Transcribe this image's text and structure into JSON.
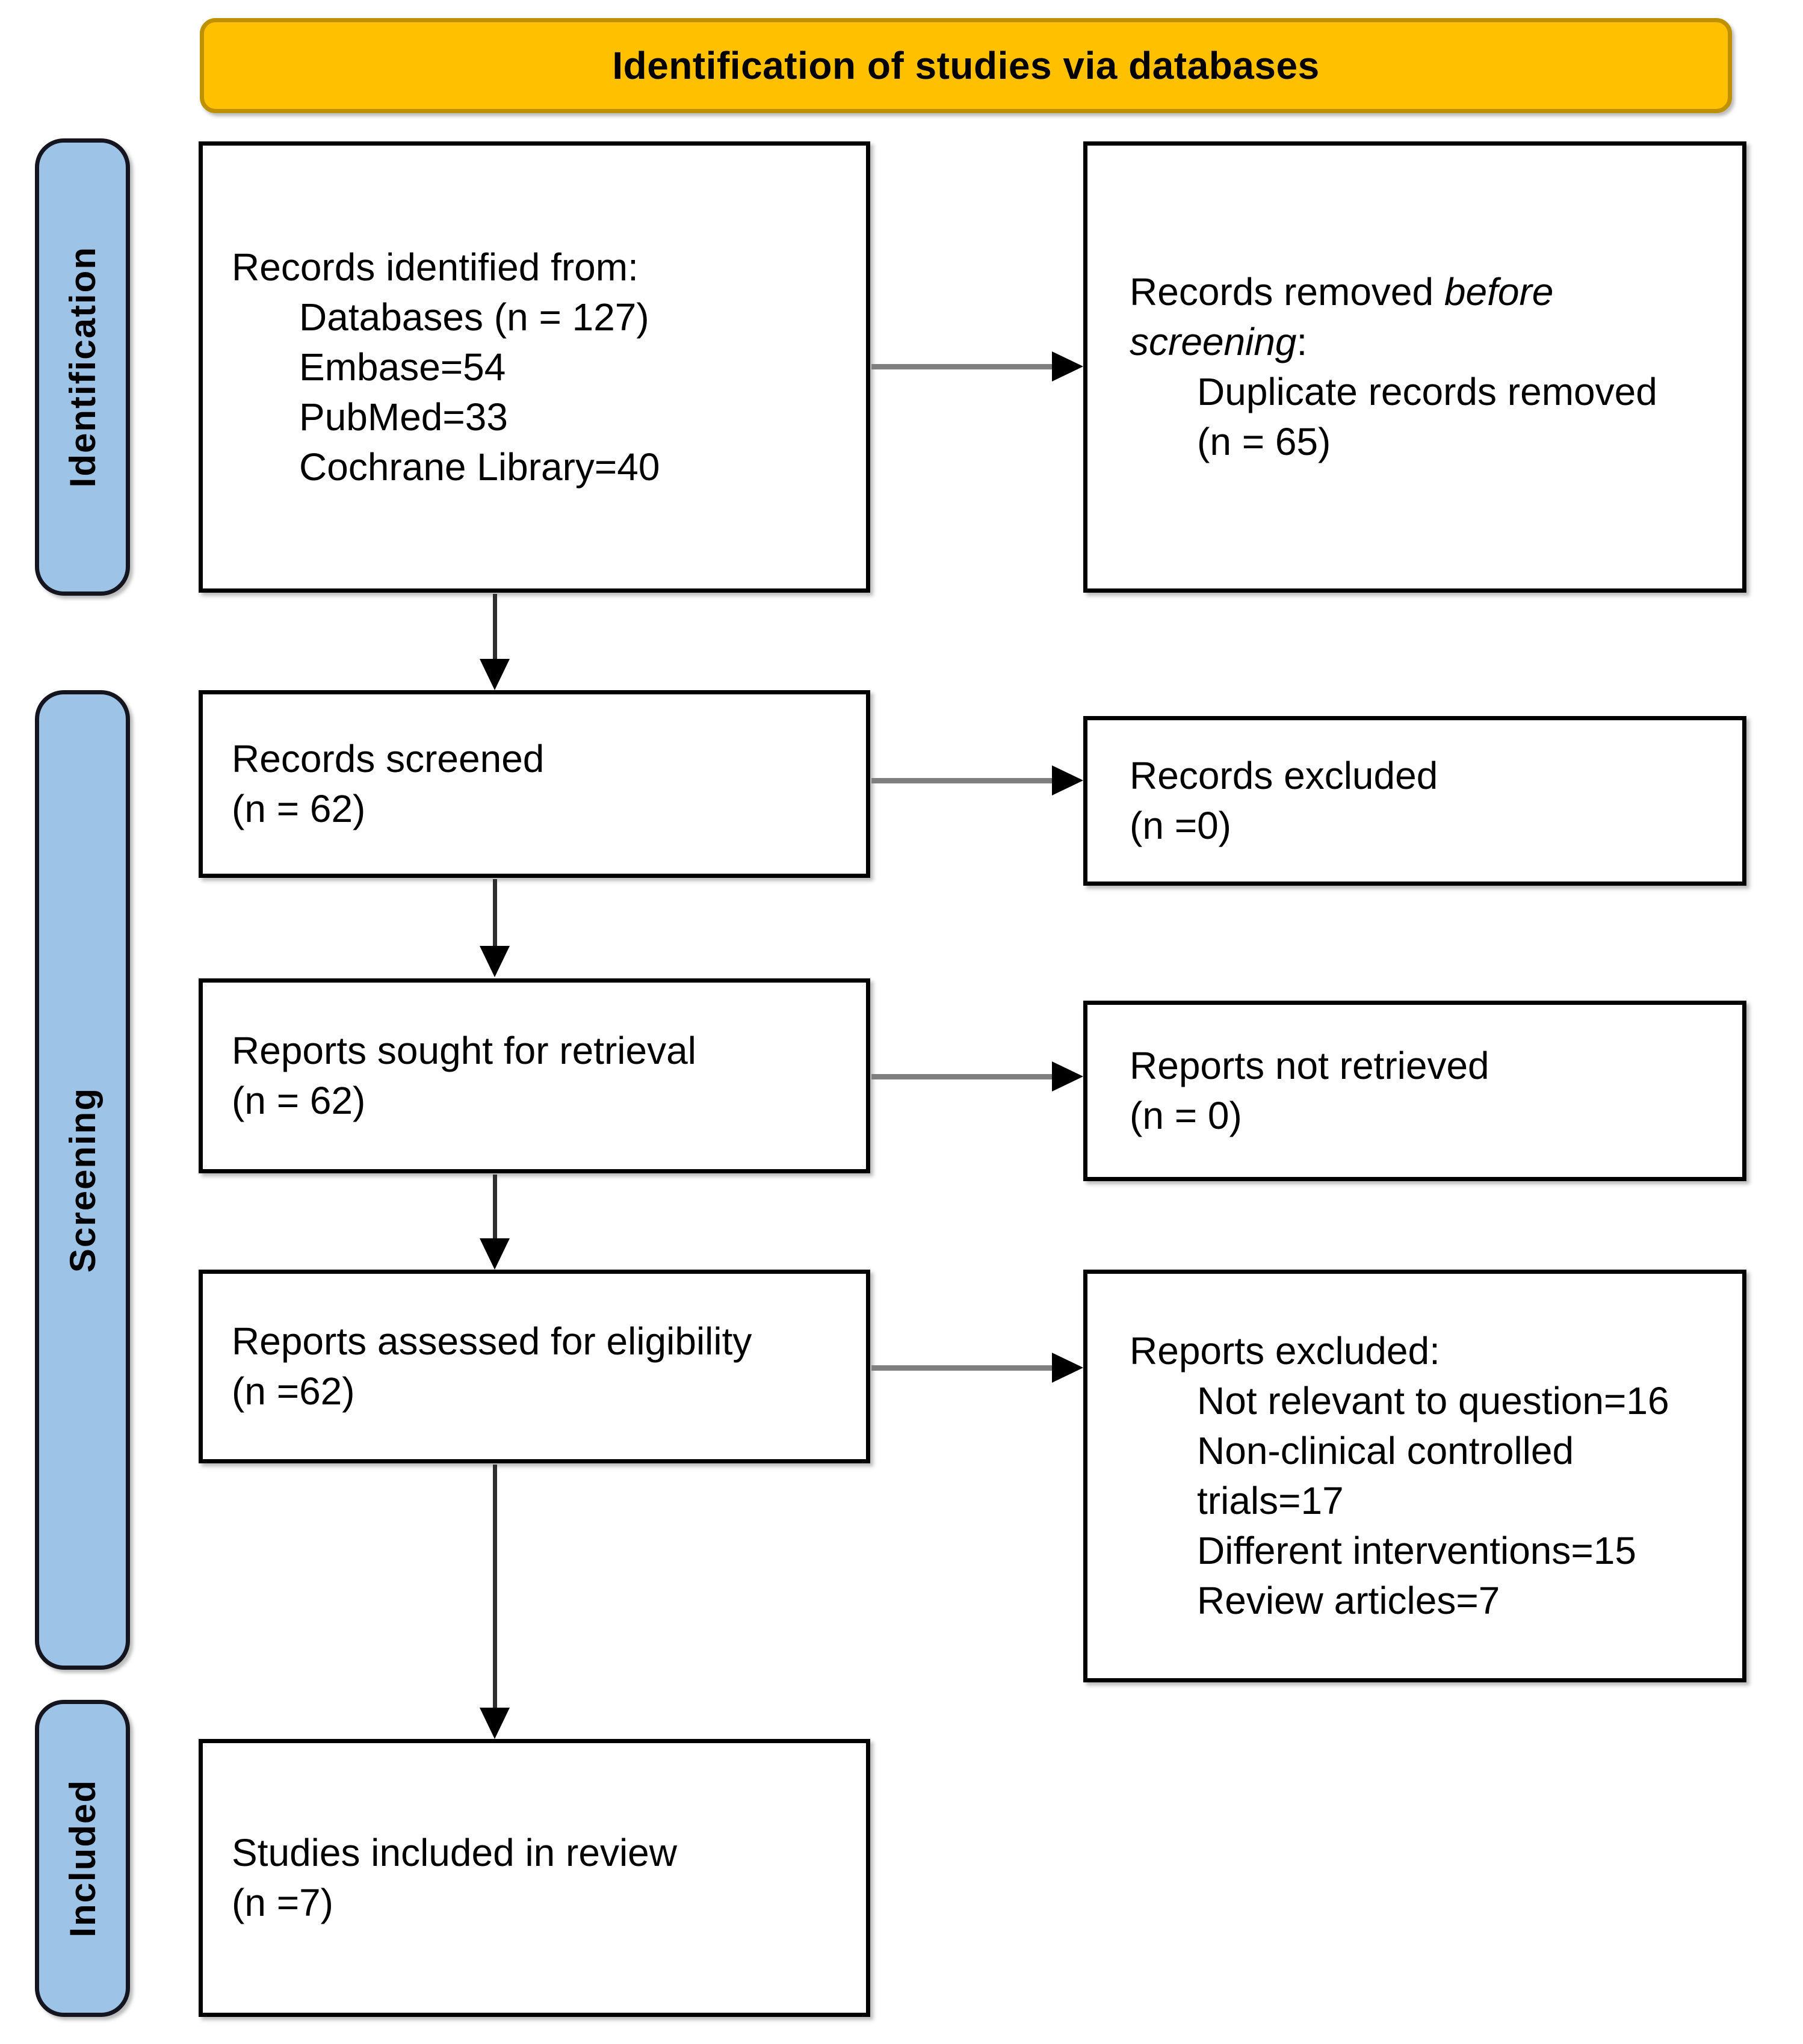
{
  "banner": {
    "title": "Identification of studies via databases"
  },
  "colors": {
    "banner_bg": "#FFC000",
    "banner_border": "#BF9000",
    "stage_bg": "#9DC3E6",
    "stage_border": "#15151f",
    "box_border": "#000000",
    "arrow_shaft_horizontal": "#7f7f7f",
    "arrow_shaft_vertical": "#2e2e2e",
    "arrow_head": "#000000"
  },
  "stages": [
    {
      "label": "Identification"
    },
    {
      "label": "Screening"
    },
    {
      "label": "Included"
    }
  ],
  "boxes": {
    "records_identified": {
      "heading": "Records identified from:",
      "details": [
        "Databases (n = 127)",
        "Embase=54",
        "PubMed=33",
        "Cochrane Library=40"
      ]
    },
    "records_removed": {
      "heading_part1": "Records removed ",
      "heading_italic1": "before",
      "heading_italic2": "screening",
      "heading_part2": ":",
      "details": [
        "Duplicate records removed",
        "(n = 65)"
      ]
    },
    "records_screened": {
      "lines": [
        "Records screened",
        "(n = 62)"
      ]
    },
    "records_excluded": {
      "lines": [
        "Records excluded",
        "(n =0)"
      ]
    },
    "reports_sought": {
      "lines": [
        "Reports sought for retrieval",
        "(n = 62)"
      ]
    },
    "reports_not_retrieved": {
      "lines": [
        "Reports not retrieved",
        "(n = 0)"
      ]
    },
    "reports_assessed": {
      "lines": [
        "Reports assessed for eligibility",
        "(n =62)"
      ]
    },
    "reports_excluded": {
      "heading": "Reports excluded:",
      "details": [
        "Not relevant to question=16",
        "Non-clinical controlled",
        "trials=17",
        "Different interventions=15",
        "Review articles=7"
      ]
    },
    "studies_included": {
      "lines": [
        "Studies included in review",
        "(n =7)"
      ]
    }
  }
}
